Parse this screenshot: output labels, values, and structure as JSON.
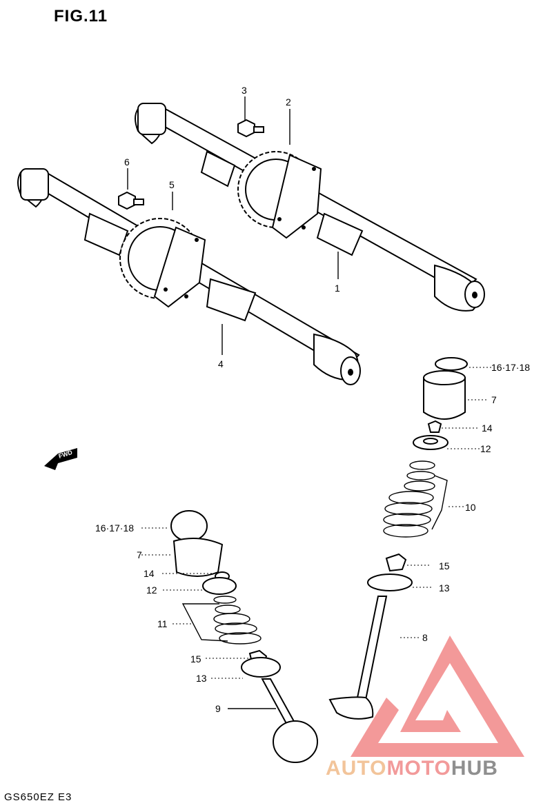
{
  "figure": {
    "title": "FIG.11",
    "model_code": "GS650EZ  E3"
  },
  "fwd_arrow": {
    "label": "FWD"
  },
  "callouts": {
    "p1": "1",
    "p2": "2",
    "p3": "3",
    "p4": "4",
    "p5": "5",
    "p6": "6",
    "p7_right": "7",
    "p7_left": "7",
    "p8": "8",
    "p9": "9",
    "p10": "10",
    "p11": "11",
    "p12_right": "12",
    "p12_left": "12",
    "p13_right": "13",
    "p13_left": "13",
    "p14_right": "14",
    "p14_left": "14",
    "p15_right": "15",
    "p15_left": "15",
    "p161718_right": "16·17·18",
    "p161718_left": "16·17·18"
  },
  "watermark": {
    "part1": "AUTO",
    "part2": "MOTO",
    "part3": "HUB",
    "colors": {
      "auto": "#f2c49a",
      "moto": "#f29a9a",
      "hub": "#8f8f8f",
      "logo": "#f07f7f"
    }
  }
}
